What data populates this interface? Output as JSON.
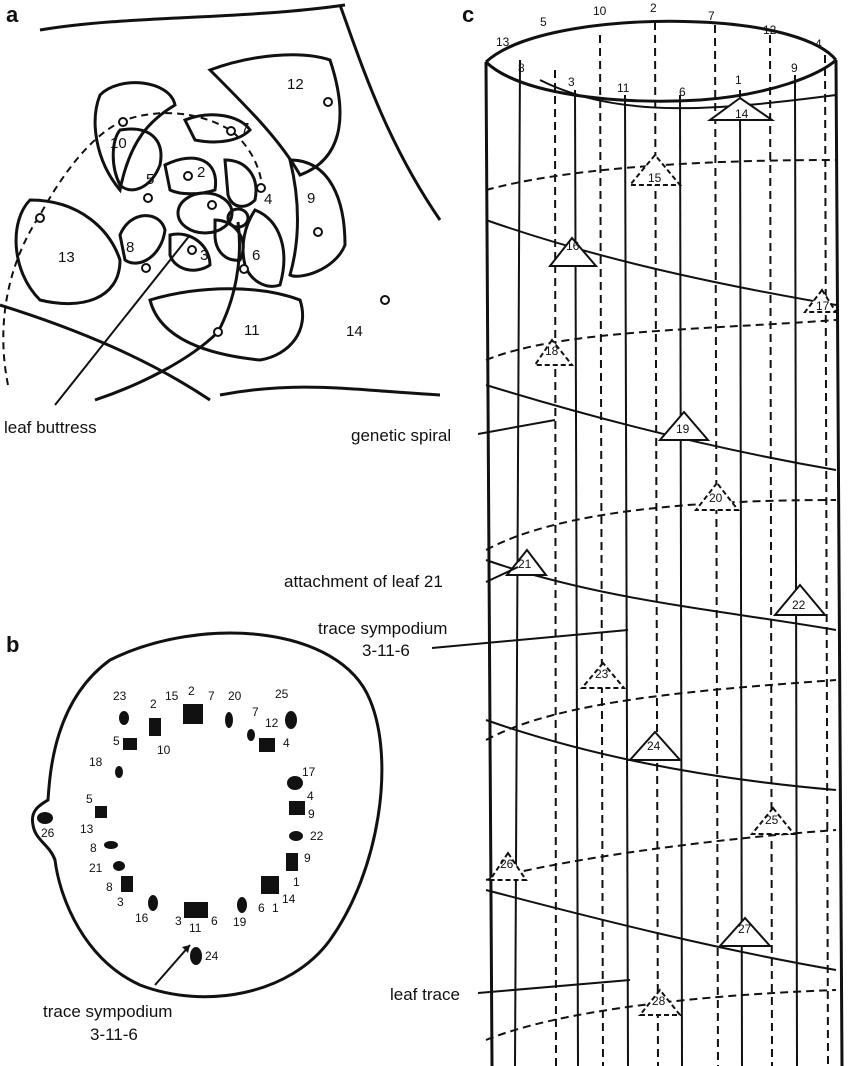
{
  "panels": {
    "a": "a",
    "b": "b",
    "c": "c"
  },
  "panel_a": {
    "primordia": [
      "12",
      "7",
      "10",
      "2",
      "5",
      "4",
      "9",
      "13",
      "8",
      "3",
      "6",
      "11",
      "14"
    ],
    "annotation": "leaf buttress"
  },
  "panel_b": {
    "traces": [
      "23",
      "2",
      "15",
      "2",
      "7",
      "20",
      "25",
      "7",
      "12",
      "5",
      "10",
      "4",
      "18",
      "17",
      "4",
      "9",
      "5",
      "22",
      "13",
      "8",
      "9",
      "21",
      "1",
      "8",
      "3",
      "14",
      "16",
      "19",
      "6",
      "1",
      "3",
      "11",
      "6",
      "24",
      "26"
    ],
    "annotation_line1": "trace sympodium",
    "annotation_line2": "3-11-6"
  },
  "panel_c": {
    "top_labels": [
      "13",
      "5",
      "10",
      "2",
      "7",
      "12",
      "4",
      "8",
      "3",
      "11",
      "6",
      "1",
      "9"
    ],
    "leaves": [
      "14",
      "15",
      "16",
      "17",
      "18",
      "19",
      "20",
      "21",
      "22",
      "23",
      "24",
      "25",
      "26",
      "27",
      "28"
    ],
    "annotations": {
      "genetic_spiral": "genetic spiral",
      "attachment": "attachment of leaf 21",
      "sympodium_line1": "trace sympodium",
      "sympodium_line2": "3-11-6",
      "leaf_trace": "leaf trace"
    }
  }
}
